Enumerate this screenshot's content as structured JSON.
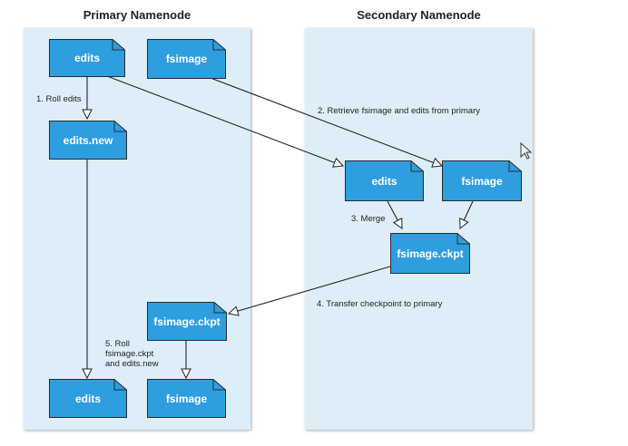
{
  "panels": {
    "primary_title": "Primary Namenode",
    "secondary_title": "Secondary Namenode"
  },
  "docs": {
    "p_edits": "edits",
    "p_fsimage": "fsimage",
    "p_edits_new": "edits.new",
    "s_edits": "edits",
    "s_fsimage": "fsimage",
    "s_ckpt": "fsimage.ckpt",
    "p_ckpt": "fsimage.ckpt",
    "p_edits_final": "edits",
    "p_fsimage_final": "fsimage"
  },
  "steps": {
    "step1": "1. Roll edits",
    "step2": "2. Retrieve fsimage and edits from primary",
    "step3": "3. Merge",
    "step4": "4. Transfer checkpoint to primary",
    "step5": [
      "5. Roll",
      "fsimage.ckpt",
      "and edits.new"
    ]
  },
  "colors": {
    "panel_bg": "#ddeef9",
    "doc_fill": "#2e9ee0",
    "doc_stroke": "#2a2a2a",
    "arrow": "#222222"
  }
}
